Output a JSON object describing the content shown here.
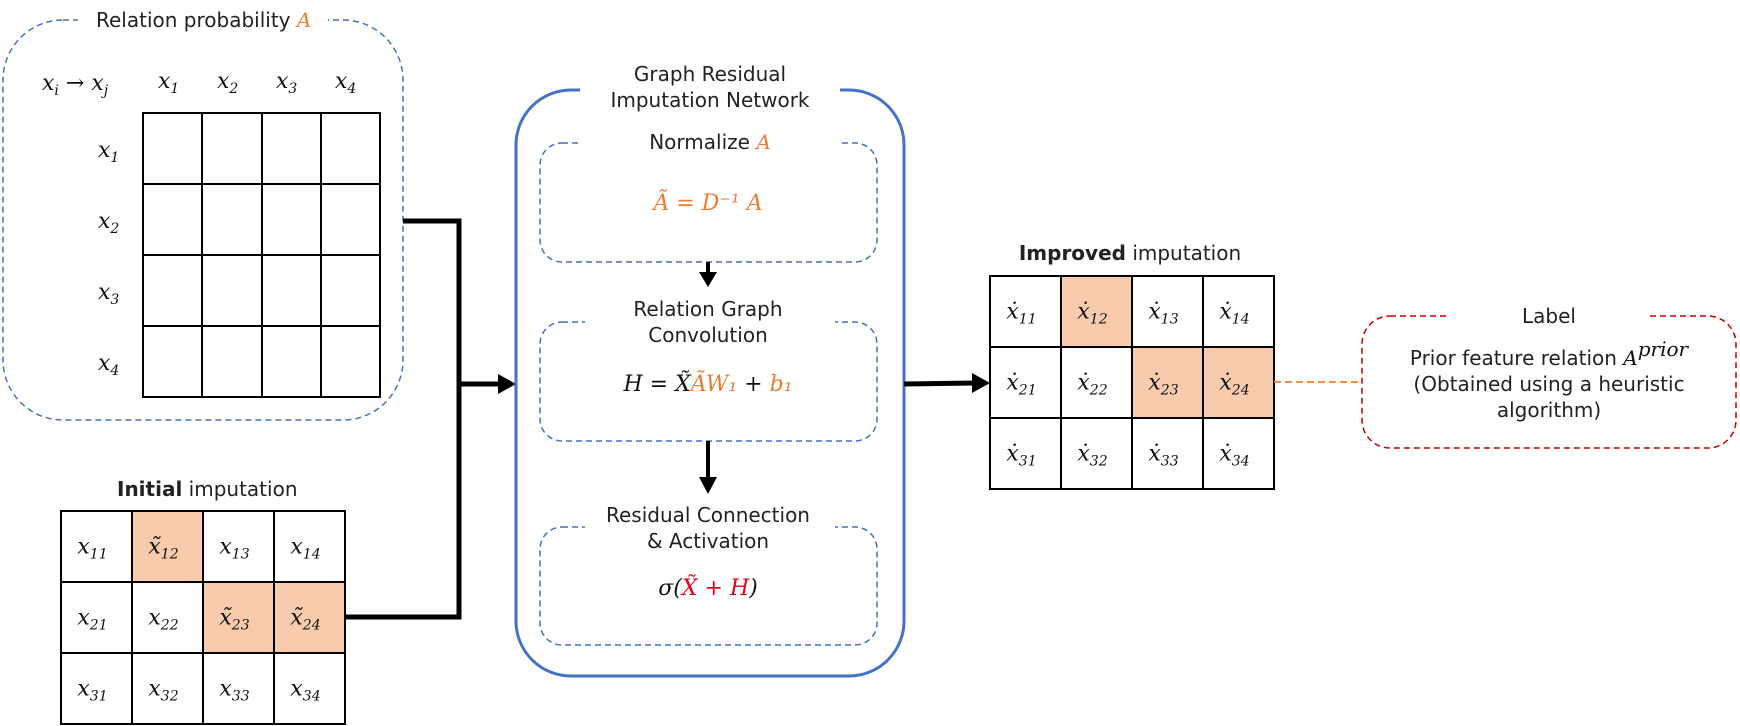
{
  "relation_panel": {
    "title_text": "Relation probability ",
    "title_symbol": "A",
    "corner_label": "x_i → x_j",
    "col_headers": [
      "x1",
      "x2",
      "x3",
      "x4"
    ],
    "row_headers": [
      "x1",
      "x2",
      "x3",
      "x4"
    ]
  },
  "network": {
    "title_line1": "Graph Residual",
    "title_line2": "Imputation Network",
    "normalize": {
      "title_text": "Normalize ",
      "title_symbol": "A",
      "formula": "Ã = D⁻¹ A"
    },
    "graph_conv": {
      "title_line1": "Relation Graph",
      "title_line2": "Convolution",
      "formula_prefix": "H = X̃",
      "formula_mid": "ÃW₁",
      "formula_plus": " + ",
      "formula_bias": "b₁"
    },
    "residual": {
      "title_line1": "Residual Connection",
      "title_line2": "& Activation",
      "formula_open": "σ(",
      "formula_inner": "X̃ + H",
      "formula_close": ")"
    }
  },
  "initial_imputation": {
    "title_bold": "Initial",
    "title_rest": " imputation",
    "cells": [
      [
        "x11",
        "x̃12",
        "x13",
        "x14"
      ],
      [
        "x21",
        "x22",
        "x̃23",
        "x̃24"
      ],
      [
        "x31",
        "x32",
        "x33",
        "x34"
      ]
    ]
  },
  "improved_imputation": {
    "title_bold": "Improved",
    "title_rest": " imputation",
    "cells": [
      [
        "ẋ11",
        "ẋ12",
        "ẋ13",
        "ẋ14"
      ],
      [
        "ẋ21",
        "ẋ22",
        "ẋ23",
        "ẋ24"
      ],
      [
        "ẋ31",
        "ẋ32",
        "ẋ33",
        "ẋ34"
      ]
    ]
  },
  "label_panel": {
    "title": "Label",
    "line1": "Prior feature relation ",
    "line1_symbol": "A",
    "line1_sup": "prior",
    "line2": "(Obtained using a heuristic",
    "line3": "algorithm)"
  },
  "colors": {
    "highlight": "#f8cbad",
    "orange": "#ed7d31",
    "blue_frame": "#4472c4",
    "red_dashed": "#c00000",
    "red_text": "#e8001c"
  }
}
